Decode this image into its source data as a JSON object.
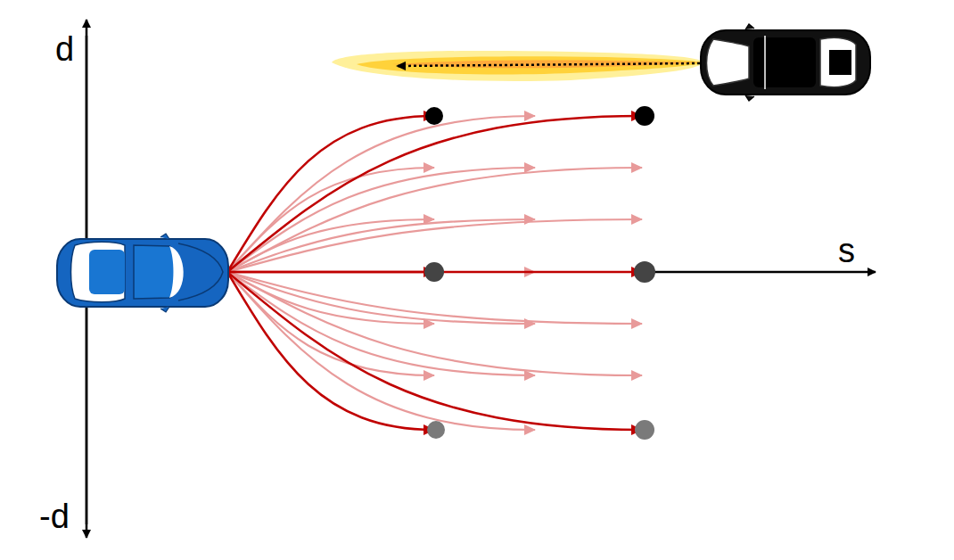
{
  "diagram": {
    "labels": [
      "d",
      "-d",
      "s"
    ]
  }
}
